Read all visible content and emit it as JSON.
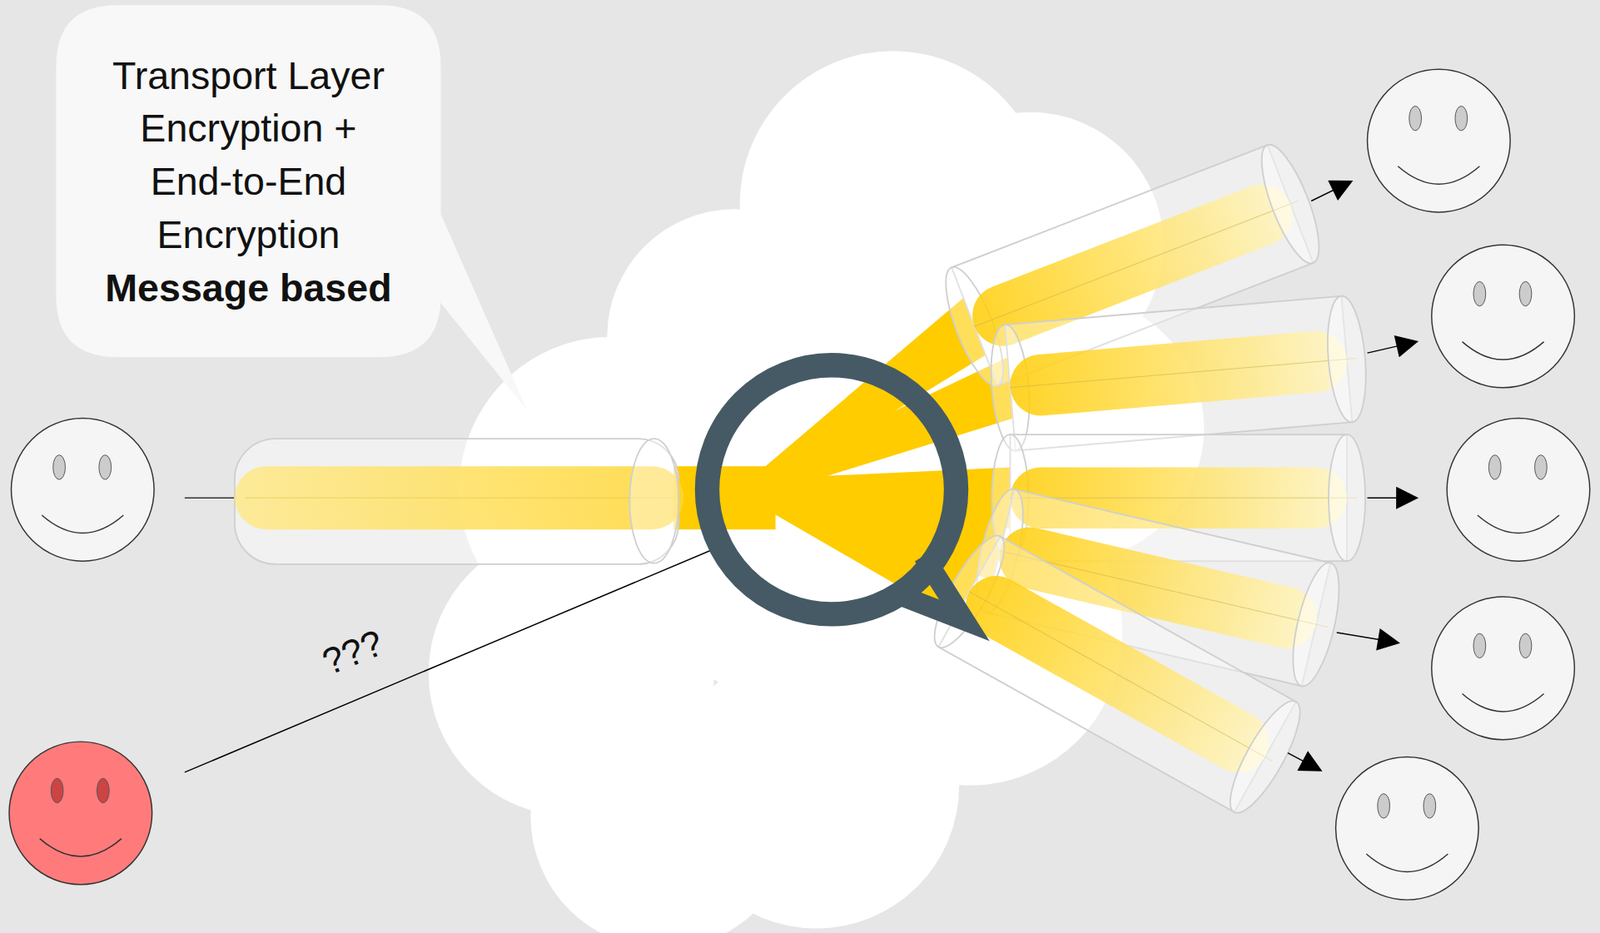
{
  "diagram": {
    "nodes": [
      {
        "text": [
          "Transport Layer Encryption + End-to-End Encryption",
          "Message based"
        ]
      }
    ],
    "labels": [
      "???"
    ]
  }
}
